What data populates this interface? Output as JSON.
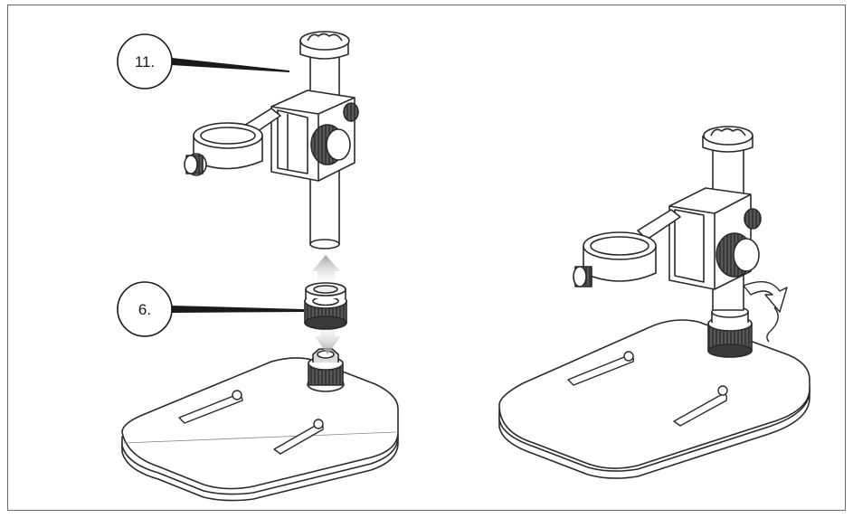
{
  "callouts": [
    {
      "id": "part-11",
      "label": "11."
    },
    {
      "id": "part-6",
      "label": "6."
    }
  ]
}
